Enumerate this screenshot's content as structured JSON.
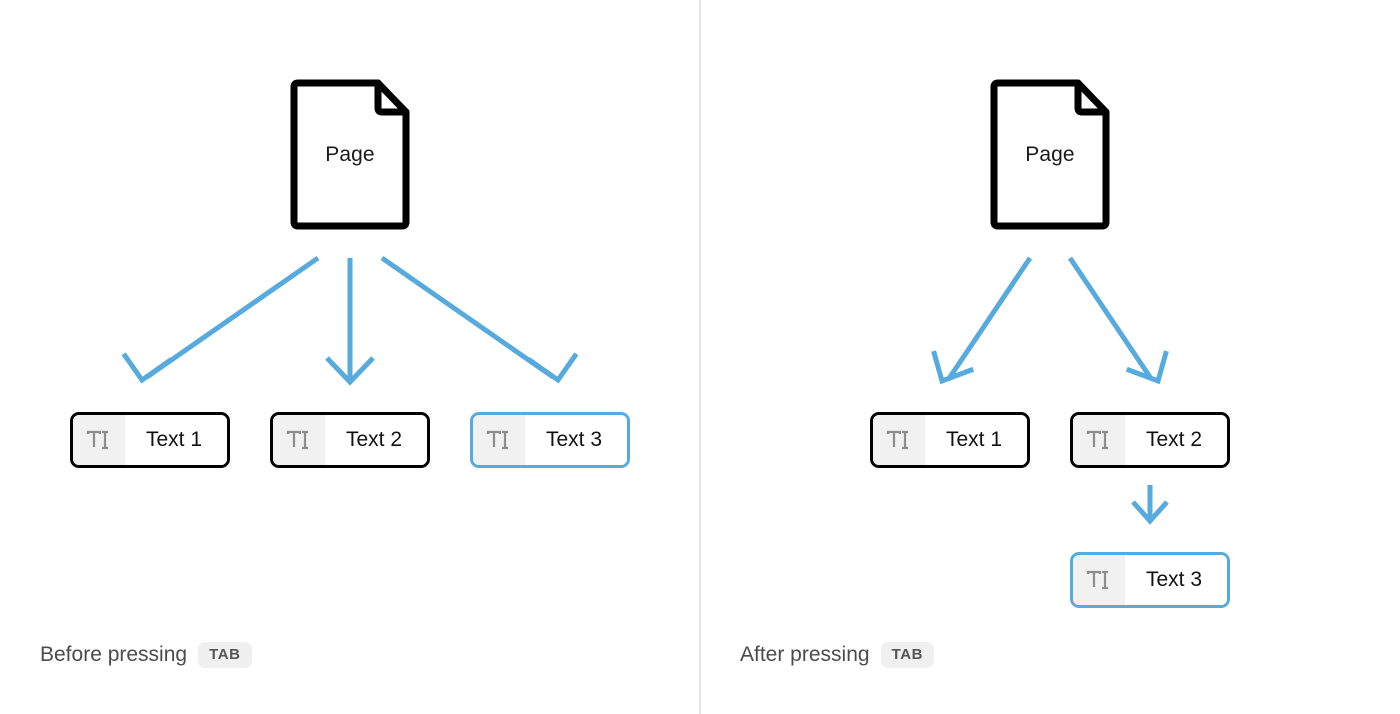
{
  "colors": {
    "accent_blue": "#57aadd",
    "outline_black": "#000000",
    "divider_gray": "#e3e3e3",
    "icon_bg_gray": "#f1f1f1",
    "kbd_bg_gray": "#f0f0f0",
    "caption_text_gray": "#4b4b4b",
    "t_icon_gray": "#8d8d8d"
  },
  "panels": {
    "before": {
      "caption_text": "Before pressing",
      "caption_key": "TAB",
      "page": {
        "label": "Page"
      },
      "fields": [
        {
          "label": "Text 1",
          "selected": false,
          "icon": "text-cursor-icon"
        },
        {
          "label": "Text 2",
          "selected": false,
          "icon": "text-cursor-icon"
        },
        {
          "label": "Text 3",
          "selected": true,
          "icon": "text-cursor-icon"
        }
      ]
    },
    "after": {
      "caption_text": "After pressing",
      "caption_key": "TAB",
      "page": {
        "label": "Page"
      },
      "fields": [
        {
          "label": "Text 1",
          "selected": false,
          "icon": "text-cursor-icon"
        },
        {
          "label": "Text 2",
          "selected": false,
          "icon": "text-cursor-icon"
        },
        {
          "label": "Text 3",
          "selected": true,
          "icon": "text-cursor-icon"
        }
      ]
    }
  }
}
